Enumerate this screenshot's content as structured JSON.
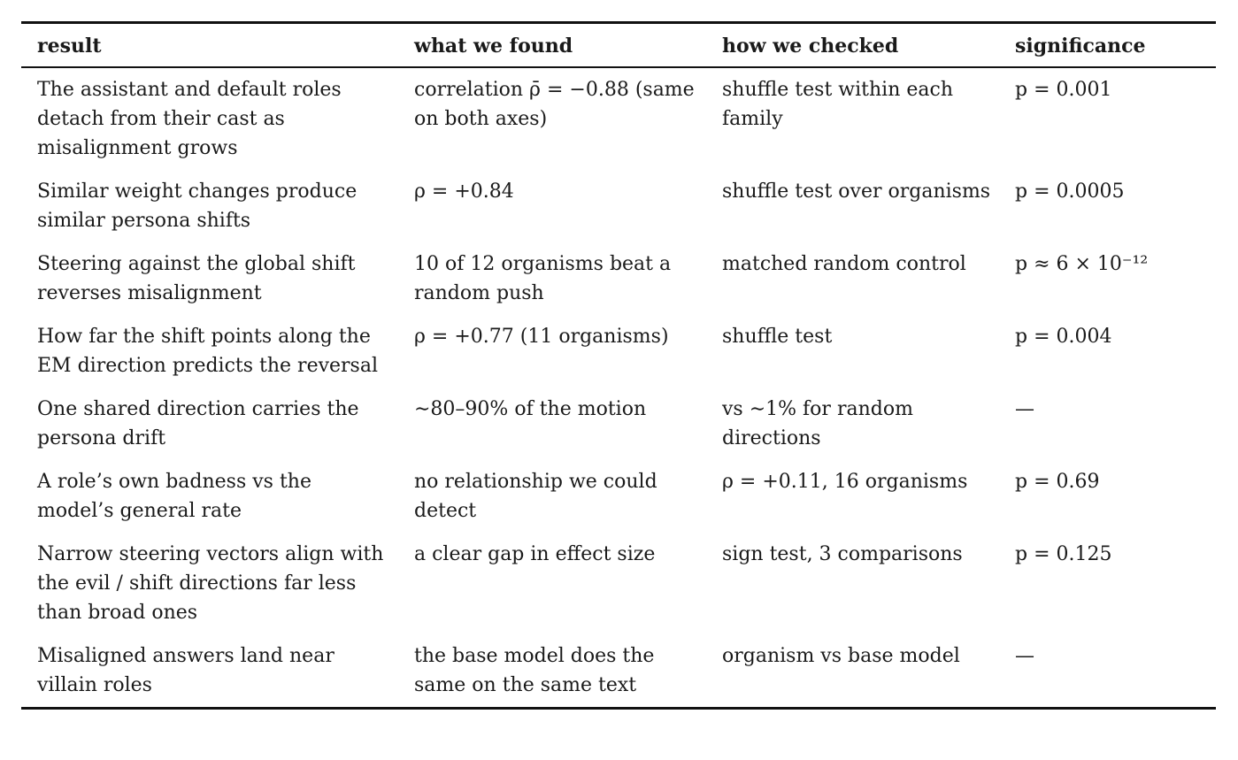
{
  "table": {
    "headers": [
      "result",
      "what we found",
      "how we checked",
      "significance"
    ],
    "rows": [
      [
        "The assistant and default roles detach from their cast as misalignment grows",
        "correlation ρ̄ = −0.88 (same on both axes)",
        "shuffle test within each family",
        "p = 0.001"
      ],
      [
        "Similar weight changes produce similar persona shifts",
        "ρ = +0.84",
        "shuffle test over organisms",
        "p = 0.0005"
      ],
      [
        "Steering against the global shift reverses misalignment",
        "10 of 12 organisms beat a random push",
        "matched random control",
        "p ≈ 6 × 10⁻¹²"
      ],
      [
        "How far the shift points along the EM direction predicts the reversal",
        "ρ = +0.77 (11 organisms)",
        "shuffle test",
        "p = 0.004"
      ],
      [
        "One shared direction carries the persona drift",
        "∼80–90% of the motion",
        "vs ∼1% for random directions",
        "—"
      ],
      [
        "A role’s own badness vs the model’s general rate",
        "no relationship we could detect",
        "ρ = +0.11, 16 organisms",
        "p = 0.69"
      ],
      [
        "Narrow steering vectors align with the evil / shift directions far less than broad ones",
        "a clear gap in effect size",
        "sign test, 3 comparisons",
        "p = 0.125"
      ],
      [
        "Misaligned answers land near villain roles",
        "the base model does the same on the same text",
        "organism vs base model",
        "—"
      ]
    ]
  }
}
